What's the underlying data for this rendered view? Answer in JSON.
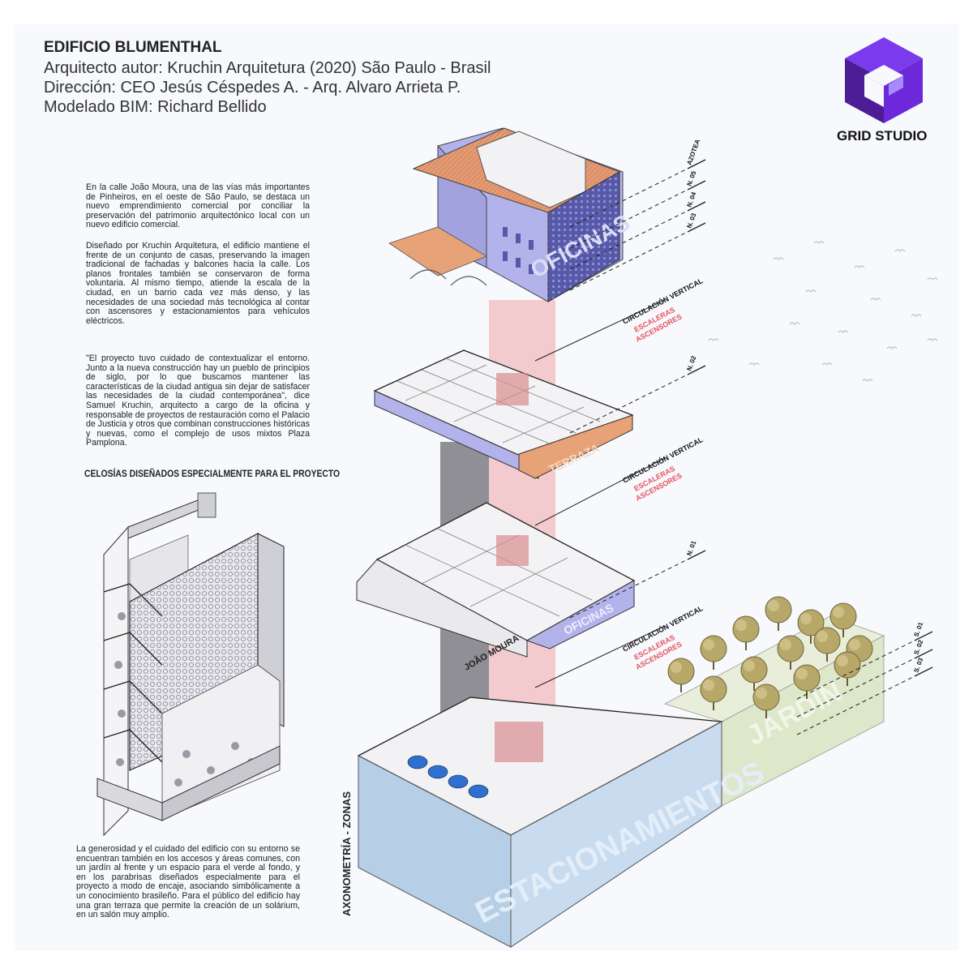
{
  "header": {
    "title": "EDIFICIO BLUMENTHAL",
    "line1": "Arquitecto autor:  Kruchin Arquitetura (2020) São Paulo - Brasil",
    "line2": "Dirección: CEO Jesús Céspedes A. - Arq. Alvaro Arrieta P.",
    "line3": "Modelado BIM: Richard Bellido"
  },
  "brand": {
    "name": "GRID STUDIO",
    "color": "#5b21b6"
  },
  "text": {
    "p1": "En la calle João Moura, una de las vías más importantes de Pinheiros, en el oeste de São Paulo, se destaca un nuevo emprendimiento comercial por conciliar la preservación del patrimonio arquitectónico local con un nuevo edificio comercial.",
    "p2": "Diseñado por Kruchin Arquitetura, el edificio mantiene el frente de un conjunto de casas, preservando la imagen tradicional de fachadas y balcones hacia la calle. Los planos frontales también se conservaron de forma voluntaria. Al mismo tiempo, atiende la escala de la ciudad, en un barrio cada vez más denso, y las necesidades de una sociedad más tecnológica al contar con ascensores y estacionamientos para vehículos eléctricos.",
    "p3": "\"El proyecto tuvo cuidado de contextualizar el entorno. Junto a la nueva construcción hay un pueblo de principios de siglo, por lo que buscamos mantener las características de la ciudad antigua sin dejar de satisfacer las necesidades de la ciudad contemporánea\", dice Samuel Kruchin, arquitecto a cargo de la oficina y responsable de proyectos de restauración como el Palacio de Justicia y otros que combinan construcciones históricas y nuevas, como el complejo de usos mixtos Plaza Pamplona.",
    "celosia_title": "CELOSÍAS DISEÑADOS ESPECIALMENTE PARA EL PROYECTO",
    "p4": "La generosidad y el cuidado del edificio con su entorno se encuentran también en los accesos y áreas comunes, con un jardín al frente y un espacio para el verde al fondo, y en los parabrisas diseñados especialmente para el proyecto a modo de encaje, asociando simbólicamente a un conocimiento brasileño. Para el público del edificio hay una gran terraza que permite la creación de un solárium, en un salón muy amplio."
  },
  "diagram": {
    "axon_label": "AXONOMETRÍA - ZONAS",
    "zones": {
      "oficinas_top": "OFICINAS",
      "terraza": "TERRAZA",
      "oficinas_mid": "OFICINAS",
      "joao_moura": "JOÃO MOURA",
      "estacionamientos": "ESTACIONAMIENTOS",
      "jardin": "JARDÍN"
    },
    "circulation": [
      {
        "title": "CIRCULACIÓN VERTICAL",
        "line1": "ESCALERAS",
        "line2": "ASCENSORES"
      },
      {
        "title": "CIRCULACIÓN VERTICAL",
        "line1": "ESCALERAS",
        "line2": "ASCENSORES"
      },
      {
        "title": "CIRCULACIÓN VERTICAL",
        "line1": "ESCALERAS",
        "line2": "ASCENSORES"
      }
    ],
    "levels_top": [
      "AZOTEA",
      "N. 05",
      "N. 04",
      "N. 03"
    ],
    "level_n02": "N. 02",
    "level_n01": "N. 01",
    "levels_sub": [
      "S. 01",
      "S. 02",
      "S. 03"
    ],
    "colors": {
      "lavender": "#b3b3ec",
      "lavender_dark": "#5658a8",
      "roof": "#e49a72",
      "terrace": "#e8a277",
      "circulation": "#f2b9bd",
      "circ_text": "#e5545d",
      "parking": "#c9dcef",
      "garden": "#dde7c9",
      "tree": "#b7a86a"
    }
  }
}
